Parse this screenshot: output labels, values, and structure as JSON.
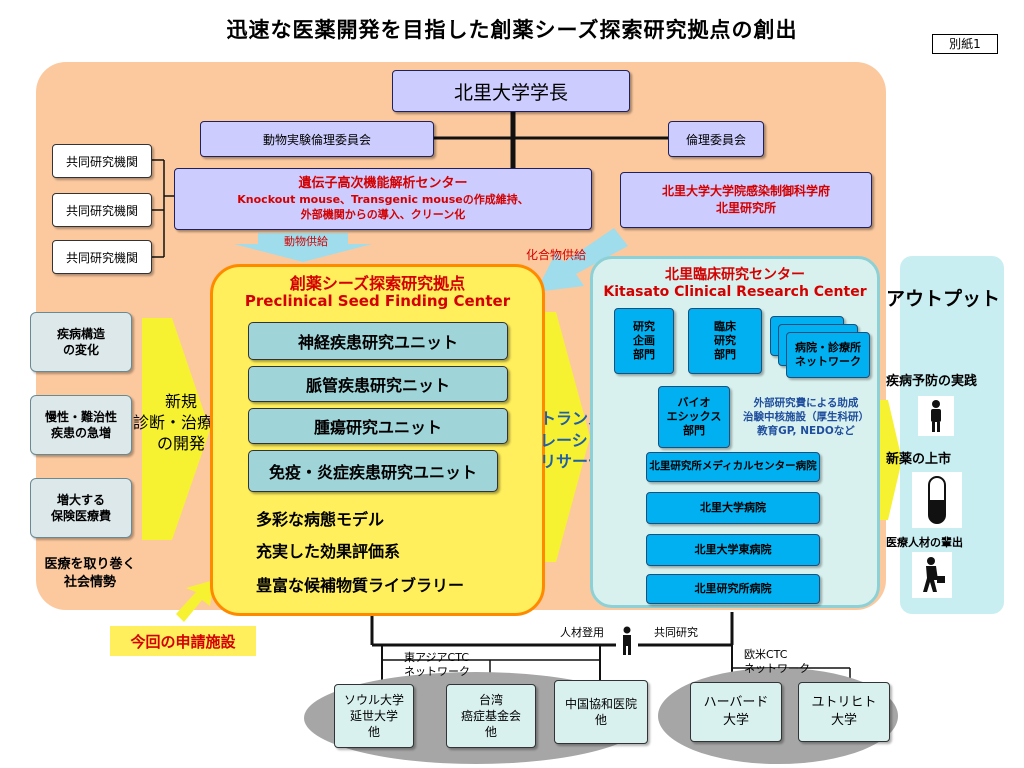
{
  "title": "迅速な医薬開発を目指した創薬シーズ探索研究拠点の創出",
  "appendix_label": "別紙1",
  "president": "北里大学学長",
  "committees": {
    "animal_ethics": "動物実験倫理委員会",
    "ethics": "倫理委員会"
  },
  "joint_institutions": [
    "共同研究機関",
    "共同研究機関",
    "共同研究機関"
  ],
  "gene_center": {
    "name": "遺伝子高次機能解析センター",
    "desc_line1": "Knockout mouse、Transgenic mouseの作成維持、",
    "desc_line2": "外部機関からの導入、クリーン化"
  },
  "infection_school": {
    "line1": "北里大学大学院感染制御科学府",
    "line2": "北里研究所"
  },
  "arrows": {
    "animal_supply": "動物供給",
    "compound_supply": "化合物供給"
  },
  "social_factors": [
    "疾病構造\nの変化",
    "慢性・難治性\n疾患の急増",
    "増大する\n保険医療費"
  ],
  "social_caption": {
    "line1": "医療を取り巻く",
    "line2": "社会情勢"
  },
  "new_development": {
    "line1": "新規",
    "line2": "診断・治療法",
    "line3": "の開発"
  },
  "seed_center": {
    "name_ja": "創薬シーズ探索研究拠点",
    "name_en": "Preclinical Seed Finding Center",
    "units": [
      "神経疾患研究ユニット",
      "脈管疾患研究ニット",
      "腫瘍研究ユニット",
      "免疫・炎症疾患研究ユニット"
    ],
    "features": [
      "多彩な病態モデル",
      "充実した効果評価系",
      "豊富な候補物質ライブラリー"
    ]
  },
  "application_label": "今回の申請施設",
  "translational": {
    "line1": "トランス",
    "line2": "レーショナル",
    "line3": "リサーチ"
  },
  "clinical_center": {
    "name_ja": "北里臨床研究センター",
    "name_en": "Kitasato Clinical Research Center",
    "dept_planning": "研究\n企画\n部門",
    "dept_clinical": "臨床\n研究\n部門",
    "dept_network": "病院・診療所\nネットワーク",
    "dept_bioethics": "バイオ\nエシックス\n部門",
    "funding": {
      "line1": "外部研究費による助成",
      "line2": "治験中核施設（厚生科研）",
      "line3": "教育GP, NEDOなど"
    },
    "hospitals": [
      "北里研究所メディカルセンター病院",
      "北里大学病院",
      "北里大学東病院",
      "北里研究所病院"
    ]
  },
  "output": {
    "heading": "アウトプット",
    "items": [
      "疾病予防の実践",
      "新薬の上市",
      "医療人材の輩出"
    ]
  },
  "bottom": {
    "recruitment": "人材登用",
    "joint_research": "共同研究",
    "east_asia_ctc": {
      "line1": "東アジアCTC",
      "line2": "ネットワーク"
    },
    "western_ctc": {
      "line1": "欧米CTC",
      "line2": "ネットワーク"
    },
    "institutions": [
      "ソウル大学\n延世大学\n他",
      "台湾\n癌症基金会\n他",
      "中国協和医院\n他",
      "ハーバード\n大学",
      "ユトリヒト\n大学"
    ]
  },
  "colors": {
    "peach": "#fcc99f",
    "seed_yellow": "#ffef5c",
    "seed_border": "#ff8a00",
    "unit_teal": "#9fd4d8",
    "purple_box": "#ccccff",
    "blue_box": "#00b0f0",
    "red_text": "#d40000",
    "arrow_yellow": "#f7f231",
    "arrow_lightblue": "#9fdcec"
  }
}
